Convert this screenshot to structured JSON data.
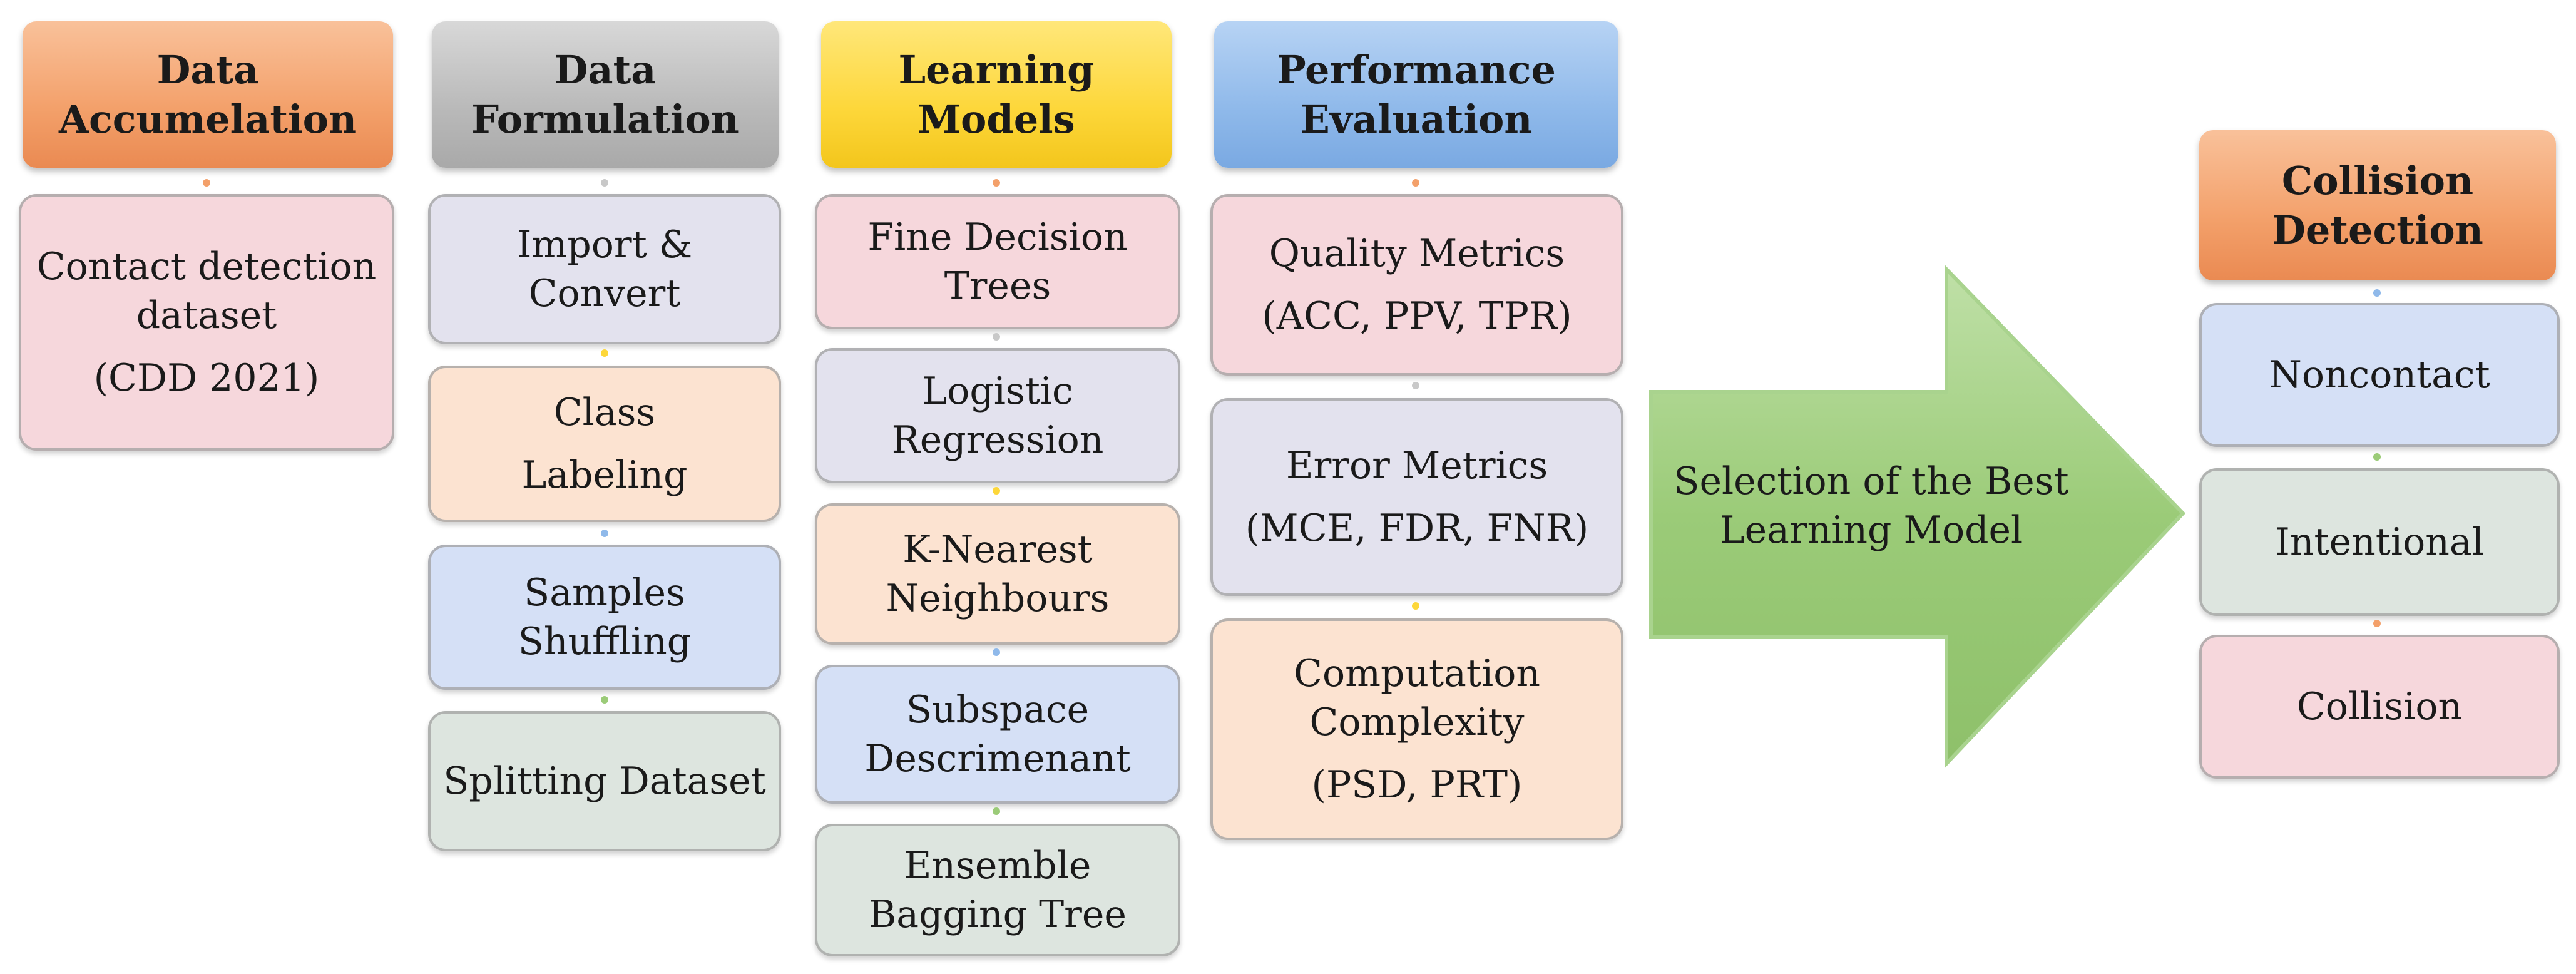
{
  "columns": {
    "accumulation": {
      "header": "Data\nAccumelation",
      "items": [
        {
          "text": "Contact detection\ndataset",
          "sub": "(CDD 2021)"
        }
      ]
    },
    "formulation": {
      "header": "Data\nFormulation",
      "items": [
        {
          "text": "Import &\nConvert"
        },
        {
          "text": "Class",
          "sub": "Labeling"
        },
        {
          "text": "Samples\nShuffling"
        },
        {
          "text": "Splitting Dataset"
        }
      ]
    },
    "models": {
      "header": "Learning\nModels",
      "items": [
        {
          "text": "Fine Decision\nTrees"
        },
        {
          "text": "Logistic\nRegression"
        },
        {
          "text": "K-Nearest\nNeighbours"
        },
        {
          "text": "Subspace\nDescrimenant"
        },
        {
          "text": "Ensemble\nBagging Tree"
        }
      ]
    },
    "evaluation": {
      "header": "Performance\nEvaluation",
      "items": [
        {
          "text": "Quality Metrics",
          "sub": "(ACC,  PPV, TPR)"
        },
        {
          "text": "Error Metrics",
          "sub": "(MCE, FDR, FNR)"
        },
        {
          "text": "Computation\nComplexity",
          "sub": "(PSD, PRT)"
        }
      ]
    },
    "detection": {
      "header": "Collision\nDetection",
      "items": [
        {
          "text": "Noncontact"
        },
        {
          "text": "Intentional"
        },
        {
          "text": "Collision"
        }
      ]
    }
  },
  "arrow": {
    "label": "Selection of the Best\nLearning Model",
    "color": "#9bcb78"
  },
  "colors": {
    "orange_header": "#f3a06a",
    "gray_header": "#b9b9b9",
    "yellow_header": "#fdd73a",
    "blue_header": "#8fb9ea",
    "pink_box": "#f6d7dc",
    "lavender_box": "#e3e2ee",
    "peach_box": "#fce3d1",
    "blue_box": "#d5e0f6",
    "sage_box": "#dde5df"
  }
}
